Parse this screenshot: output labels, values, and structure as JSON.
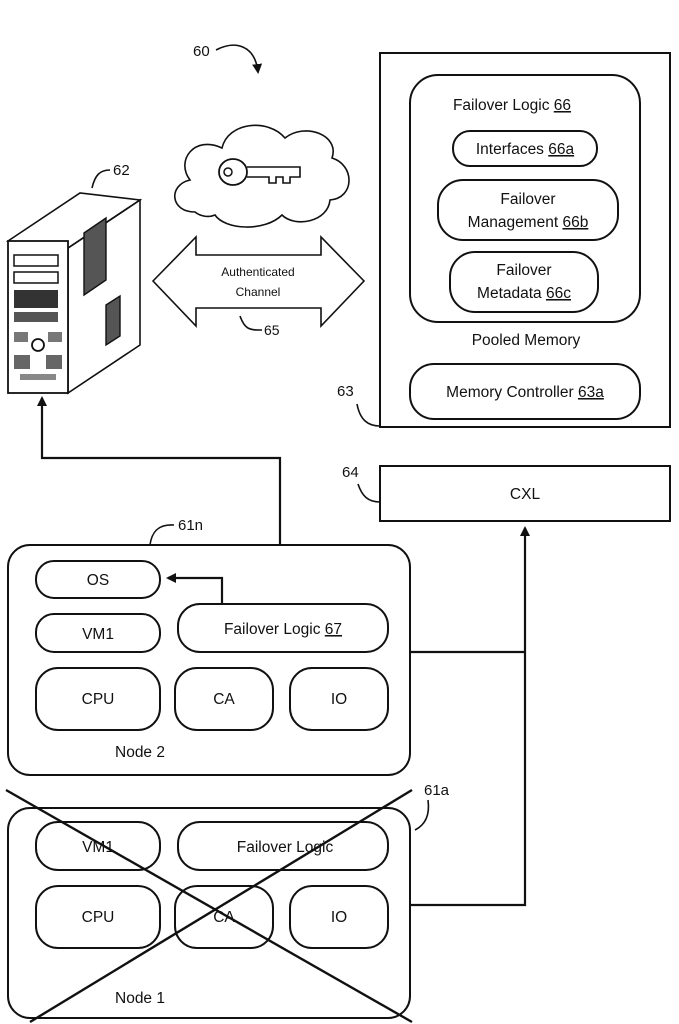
{
  "figure": {
    "ref_main": "60",
    "ref_server": "62",
    "ref_pooled": "63",
    "ref_cxl": "64",
    "ref_channel": "65",
    "ref_node2": "61n",
    "ref_node1": "61a"
  },
  "channel": {
    "line1": "Authenticated",
    "line2": "Channel"
  },
  "pooled_memory": {
    "label": "Pooled Memory",
    "failover_logic": {
      "text": "Failover Logic ",
      "ref": "66"
    },
    "interfaces": {
      "text": "Interfaces ",
      "ref": "66a"
    },
    "management": {
      "line1": "Failover",
      "line2": "Management ",
      "ref": "66b"
    },
    "metadata": {
      "line1": "Failover",
      "line2": "Metadata ",
      "ref": "66c"
    },
    "controller": {
      "text": "Memory Controller ",
      "ref": "63a"
    }
  },
  "cxl": {
    "label": "CXL"
  },
  "node2": {
    "label": "Node 2",
    "os": "OS",
    "vm": "VM1",
    "failover": {
      "text": "Failover Logic ",
      "ref": "67"
    },
    "cpu": "CPU",
    "ca": "CA",
    "io": "IO"
  },
  "node1": {
    "label": "Node 1",
    "vm": "VM1",
    "failover": "Failover Logic",
    "cpu": "CPU",
    "ca": "CA",
    "io": "IO",
    "failed": true
  }
}
